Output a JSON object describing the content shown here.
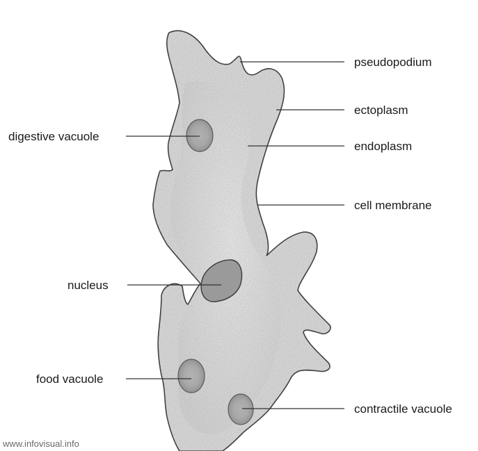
{
  "labels": {
    "pseudopodium": "pseudopodium",
    "ectoplasm": "ectoplasm",
    "endoplasm": "endoplasm",
    "cell_membrane": "cell membrane",
    "digestive_vacuole": "digestive vacuole",
    "nucleus": "nucleus",
    "food_vacuole": "food vacuole",
    "contractile_vacuole": "contractile vacuole"
  },
  "credit": "www.infovisual.info",
  "colors": {
    "cell_fill": "#d6d6d6",
    "cell_stroke": "#3a3a3a",
    "organelle_fill": "#a9a9a9",
    "nucleus_fill": "#9a9a9a"
  }
}
